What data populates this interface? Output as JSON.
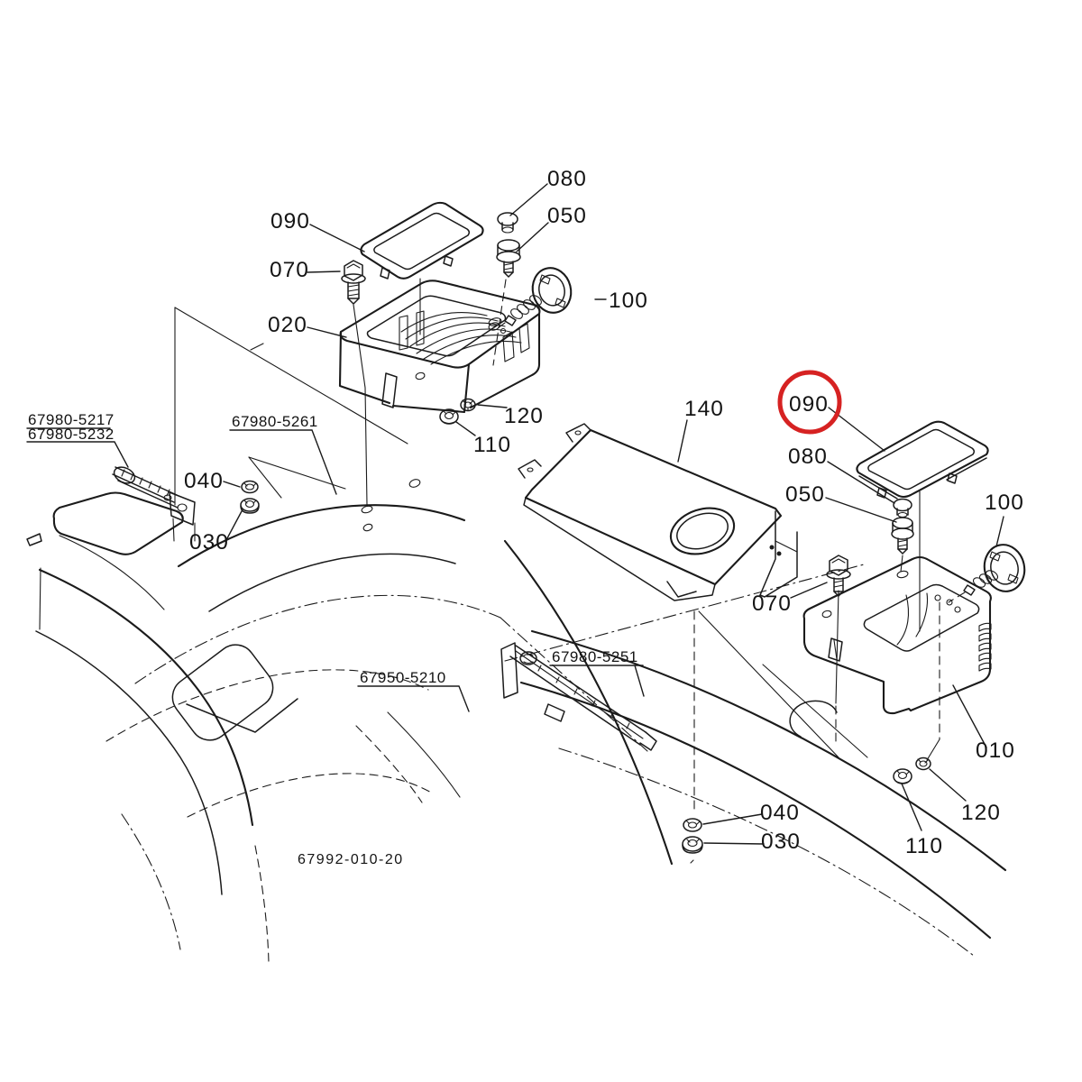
{
  "figure": {
    "background": "#ffffff",
    "line_color": "#1b1b1b",
    "highlight_color": "#d62222",
    "drawing_number": "67992-010-20"
  },
  "callouts": {
    "top_080": "080",
    "top_050": "050",
    "left_090": "090",
    "left_070": "070",
    "left_020": "020",
    "left_100": "100",
    "center_140": "140",
    "right_090": "090",
    "right_080": "080",
    "right_050": "050",
    "right_100": "100",
    "right_070": "070",
    "right_010": "010",
    "right_120": "120",
    "right_110": "110",
    "bottom_040": "040",
    "bottom_030": "030",
    "left_040": "040",
    "left_030": "030",
    "mid_120": "120",
    "mid_110": "110"
  },
  "part_numbers": {
    "left_bracket_a": "67980-5217",
    "left_bracket_b": "67980-5232",
    "left_panel": "67980-5261",
    "center_panel": "67950-5210",
    "center_bracket": "67980-5251"
  },
  "highlight": {
    "circled_callout": "090"
  }
}
